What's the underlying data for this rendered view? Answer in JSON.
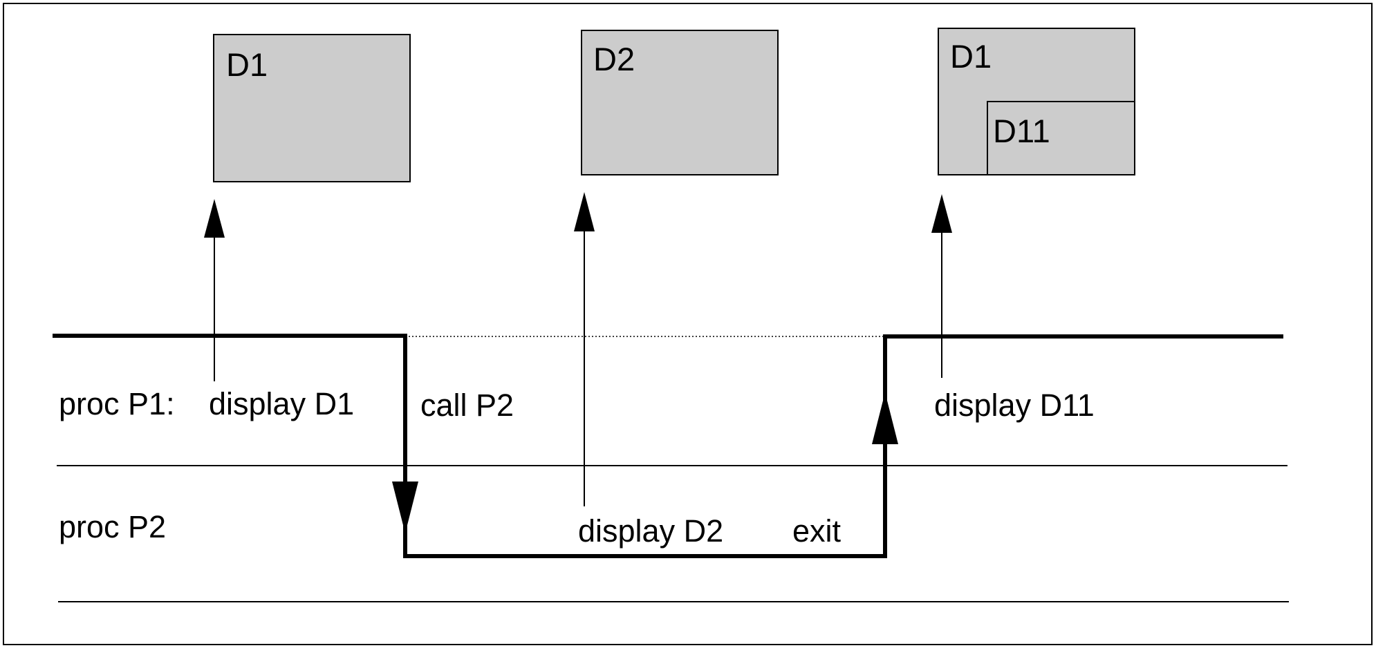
{
  "colors": {
    "screen_fill": "#cccccc",
    "line": "#000000",
    "background": "#ffffff"
  },
  "screens": {
    "d1": {
      "label": "D1"
    },
    "d2": {
      "label": "D2"
    },
    "d1_overlay": {
      "label": "D1",
      "inner_label": "D11"
    }
  },
  "lanes": {
    "p1": {
      "name": "proc P1:"
    },
    "p2": {
      "name": "proc P2"
    }
  },
  "statements": {
    "display_d1": "display D1",
    "call_p2": "call P2",
    "display_d11": "display D11",
    "display_d2": "display D2",
    "exit": "exit"
  }
}
